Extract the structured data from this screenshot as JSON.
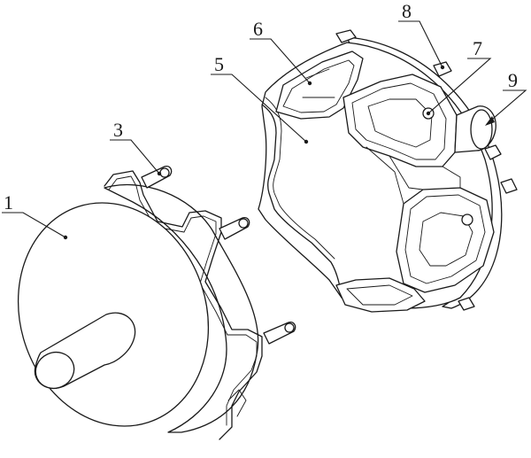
{
  "figure": {
    "callouts": [
      {
        "id": "1",
        "text": "1",
        "part": "left-housing"
      },
      {
        "id": "3",
        "text": "3",
        "part": "housing-pin"
      },
      {
        "id": "5",
        "text": "5",
        "part": "rotor-disc"
      },
      {
        "id": "6",
        "text": "6",
        "part": "rotor-pocket"
      },
      {
        "id": "7",
        "text": "7",
        "part": "pocket-hole"
      },
      {
        "id": "8",
        "text": "8",
        "part": "rim-stud"
      },
      {
        "id": "9",
        "text": "9",
        "part": "center-shaft"
      }
    ]
  }
}
